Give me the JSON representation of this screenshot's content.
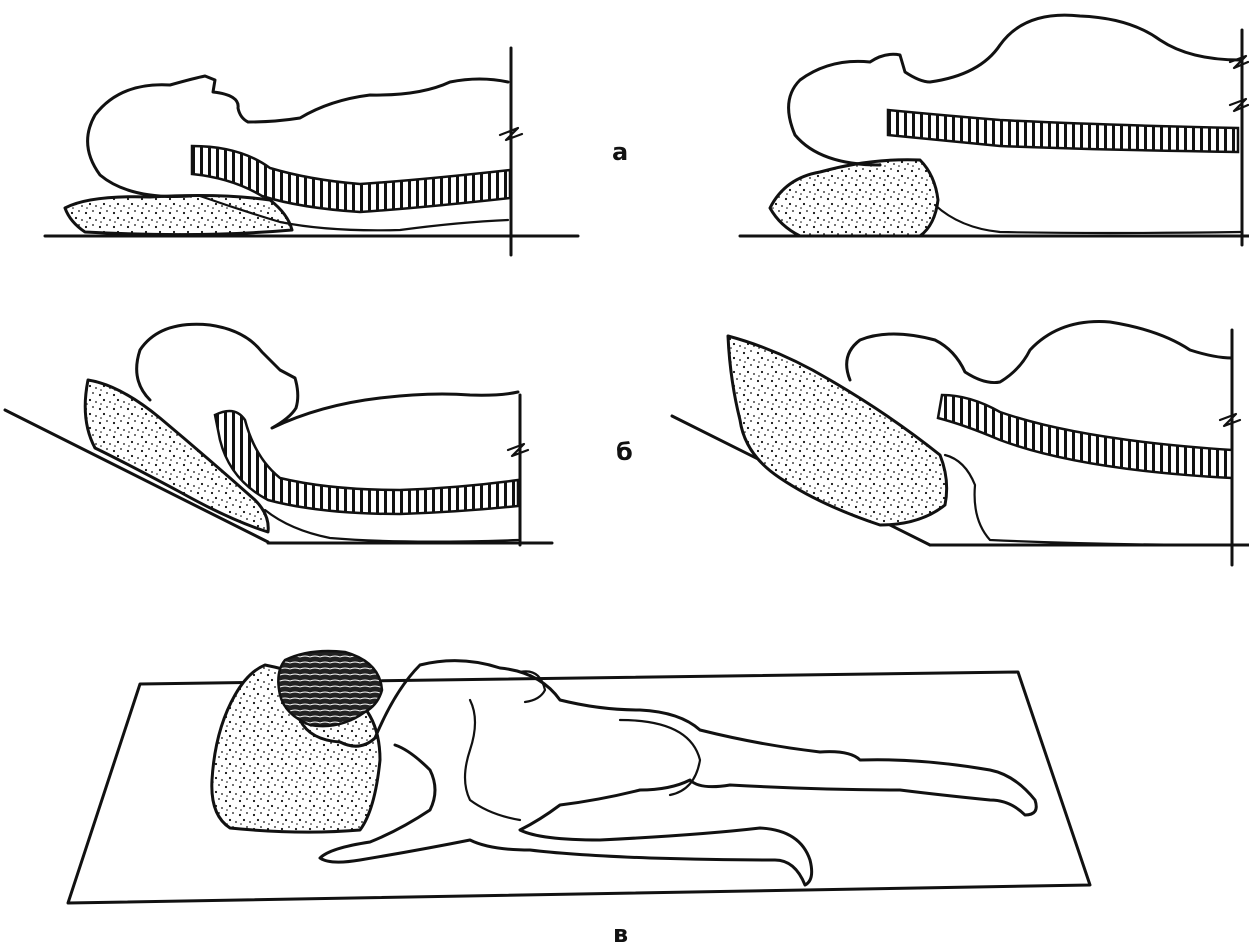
{
  "labels": {
    "a": "а",
    "b": "б",
    "v": "в"
  }
}
